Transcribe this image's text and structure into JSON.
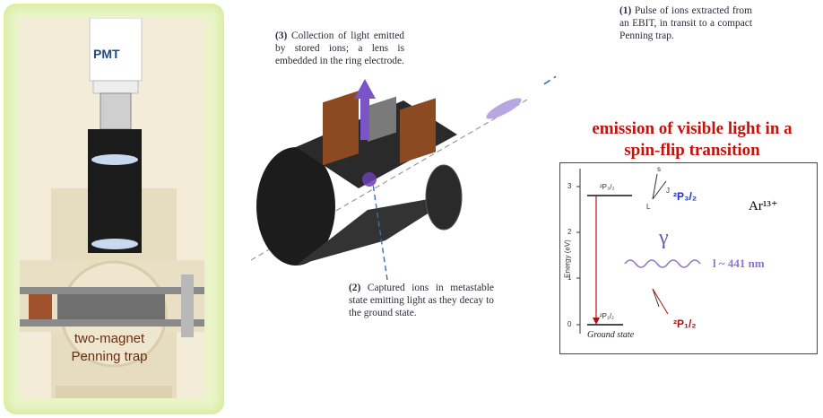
{
  "photo": {
    "pmt_label": "PMT",
    "trap_label_line1": "two-magnet",
    "trap_label_line2": "Penning trap"
  },
  "annotations": {
    "step1_num": "(1)",
    "step1_text": "Pulse of ions extracted from an EBIT, in transit to a compact Penning trap.",
    "step2_num": "(2)",
    "step2_text": "Captured ions in metastable state emitting  light as they decay to the ground state.",
    "step3_num": "(3)",
    "step3_text": "Collection of light emitted by stored ions; a lens is embedded in the ring electrode."
  },
  "emission": {
    "title_line1": "emission of visible light in a",
    "title_line2": "spin-flip transition"
  },
  "energy_diagram": {
    "y_axis_label": "Energy (eV)",
    "ticks": [
      "0",
      "1",
      "2",
      "3"
    ],
    "upper_level_small": "²P₃/₂",
    "upper_level_label": "²P₃/₂",
    "lower_level_small": "²P₁/₂",
    "lower_level_label": "²P₁/₂",
    "ground_state": "Ground state",
    "ion": "Ar¹³⁺",
    "gamma": "γ",
    "wavelength": "l ~ 441 nm",
    "vec_s": "s",
    "vec_j": "J",
    "vec_l": "L",
    "colors": {
      "upper": "#1b2fd6",
      "lower": "#b01010",
      "wave": "#8a78c8"
    }
  }
}
